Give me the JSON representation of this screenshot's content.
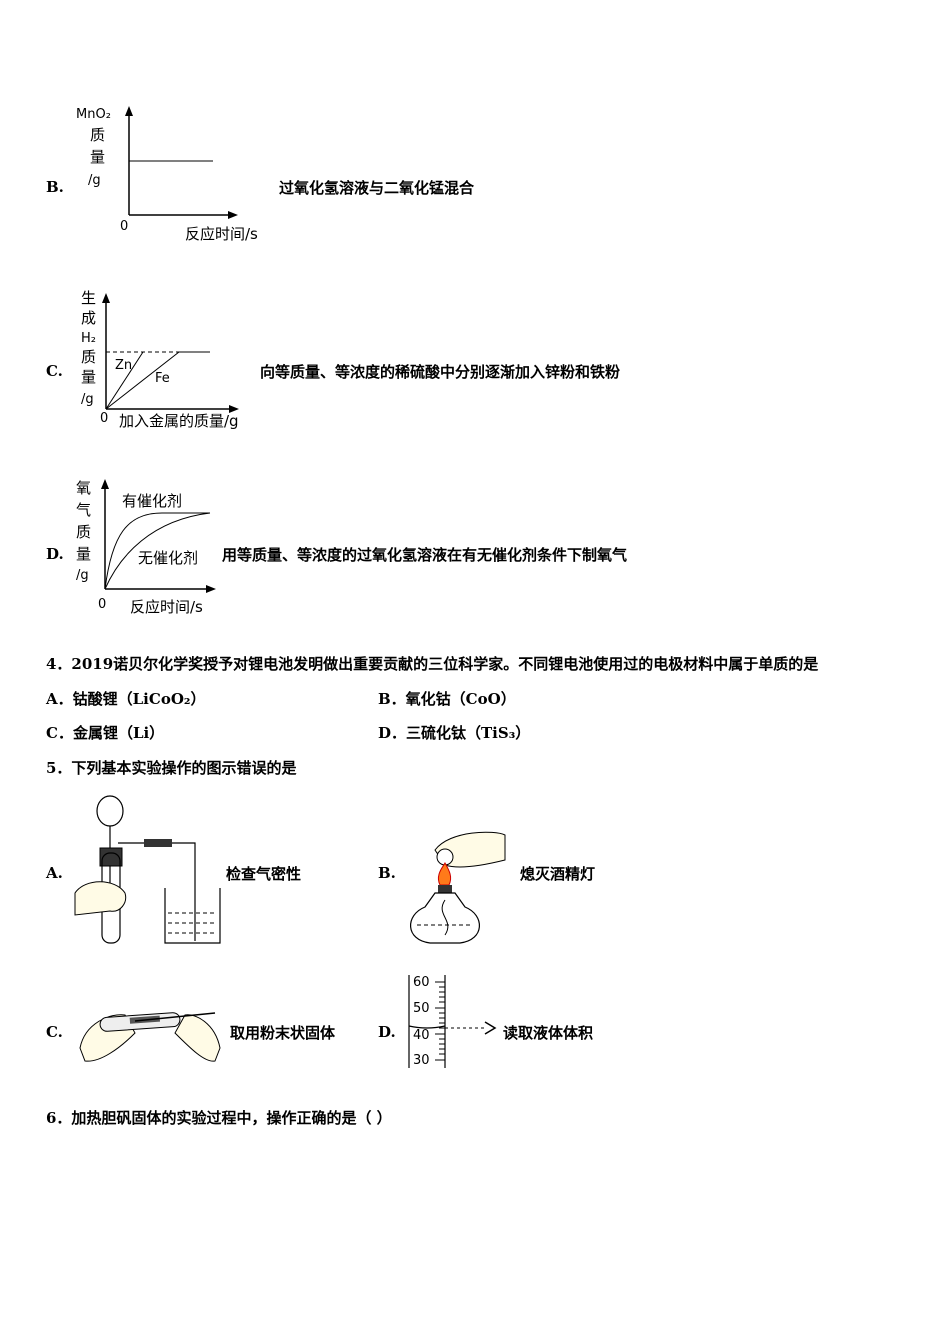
{
  "q3_options": {
    "B": {
      "label": "B.",
      "desc": "过氧化氢溶液与二氧化锰混合",
      "graph": {
        "ylabel_lines": [
          "MnO₂",
          "质",
          "量",
          "/g"
        ],
        "origin": "0",
        "xlabel": "反应时间/s"
      }
    },
    "C": {
      "label": "C.",
      "desc": "向等质量、等浓度的稀硫酸中分别逐渐加入锌粉和铁粉",
      "graph": {
        "ylabel_lines": [
          "生",
          "成",
          "H₂",
          "质",
          "量",
          "/g"
        ],
        "origin": "0",
        "xlabel": "加入金属的质量/g",
        "series": [
          "Zn",
          "Fe"
        ]
      }
    },
    "D": {
      "label": "D.",
      "desc": "用等质量、等浓度的过氧化氢溶液在有无催化剂条件下制氧气",
      "graph": {
        "ylabel_lines": [
          "氧",
          "气",
          "质",
          "量",
          "/g"
        ],
        "origin": "0",
        "xlabel": "反应时间/s",
        "series": [
          "有催化剂",
          "无催化剂"
        ]
      }
    }
  },
  "q4": {
    "text": "4．2019诺贝尔化学奖授予对锂电池发明做出重要贡献的三位科学家。不同锂电池使用过的电极材料中属于单质的是",
    "options": {
      "A": "A．钴酸锂（LiCoO₂）",
      "B": "B．氧化钴（CoO）",
      "C": "C．金属锂（Li）",
      "D": "D．三硫化钛（TiS₃）"
    }
  },
  "q5": {
    "text": "5．下列基本实验操作的图示错误的是",
    "options": {
      "A": {
        "label": "A.",
        "desc": "检查气密性"
      },
      "B": {
        "label": "B.",
        "desc": "熄灭酒精灯"
      },
      "C": {
        "label": "C.",
        "desc": "取用粉末状固体"
      },
      "D": {
        "label": "D.",
        "desc": "读取液体体积",
        "scale": [
          "60",
          "50",
          "40",
          "30"
        ]
      }
    }
  },
  "q6": {
    "text": "6．加热胆矾固体的实验过程中，操作正确的是（    ）"
  }
}
